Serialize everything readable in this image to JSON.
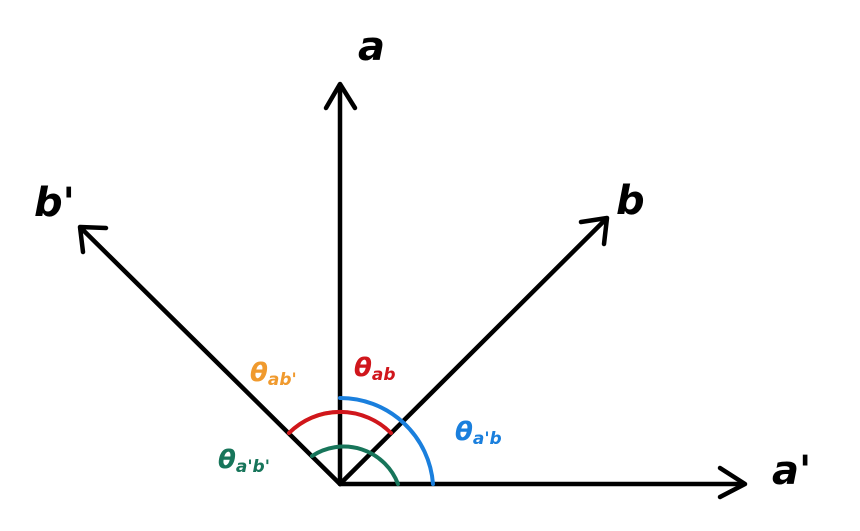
{
  "vectors": {
    "a": "a",
    "b": "b",
    "a_prime": "a'",
    "b_prime": "b'"
  },
  "angles": [
    {
      "id": "theta_ab",
      "symbol": "θ",
      "subscript": "ab",
      "color": "#d0161c"
    },
    {
      "id": "theta_ab_prime",
      "symbol": "θ",
      "subscript": "ab'",
      "color": "#f09a2e"
    },
    {
      "id": "theta_a_prime_b",
      "symbol": "θ",
      "subscript": "a'b",
      "color": "#1a7fdd"
    },
    {
      "id": "theta_a_prime_b_prime",
      "symbol": "θ",
      "subscript": "a'b'",
      "color": "#17755a"
    }
  ],
  "colors": {
    "vector": "#000000"
  }
}
